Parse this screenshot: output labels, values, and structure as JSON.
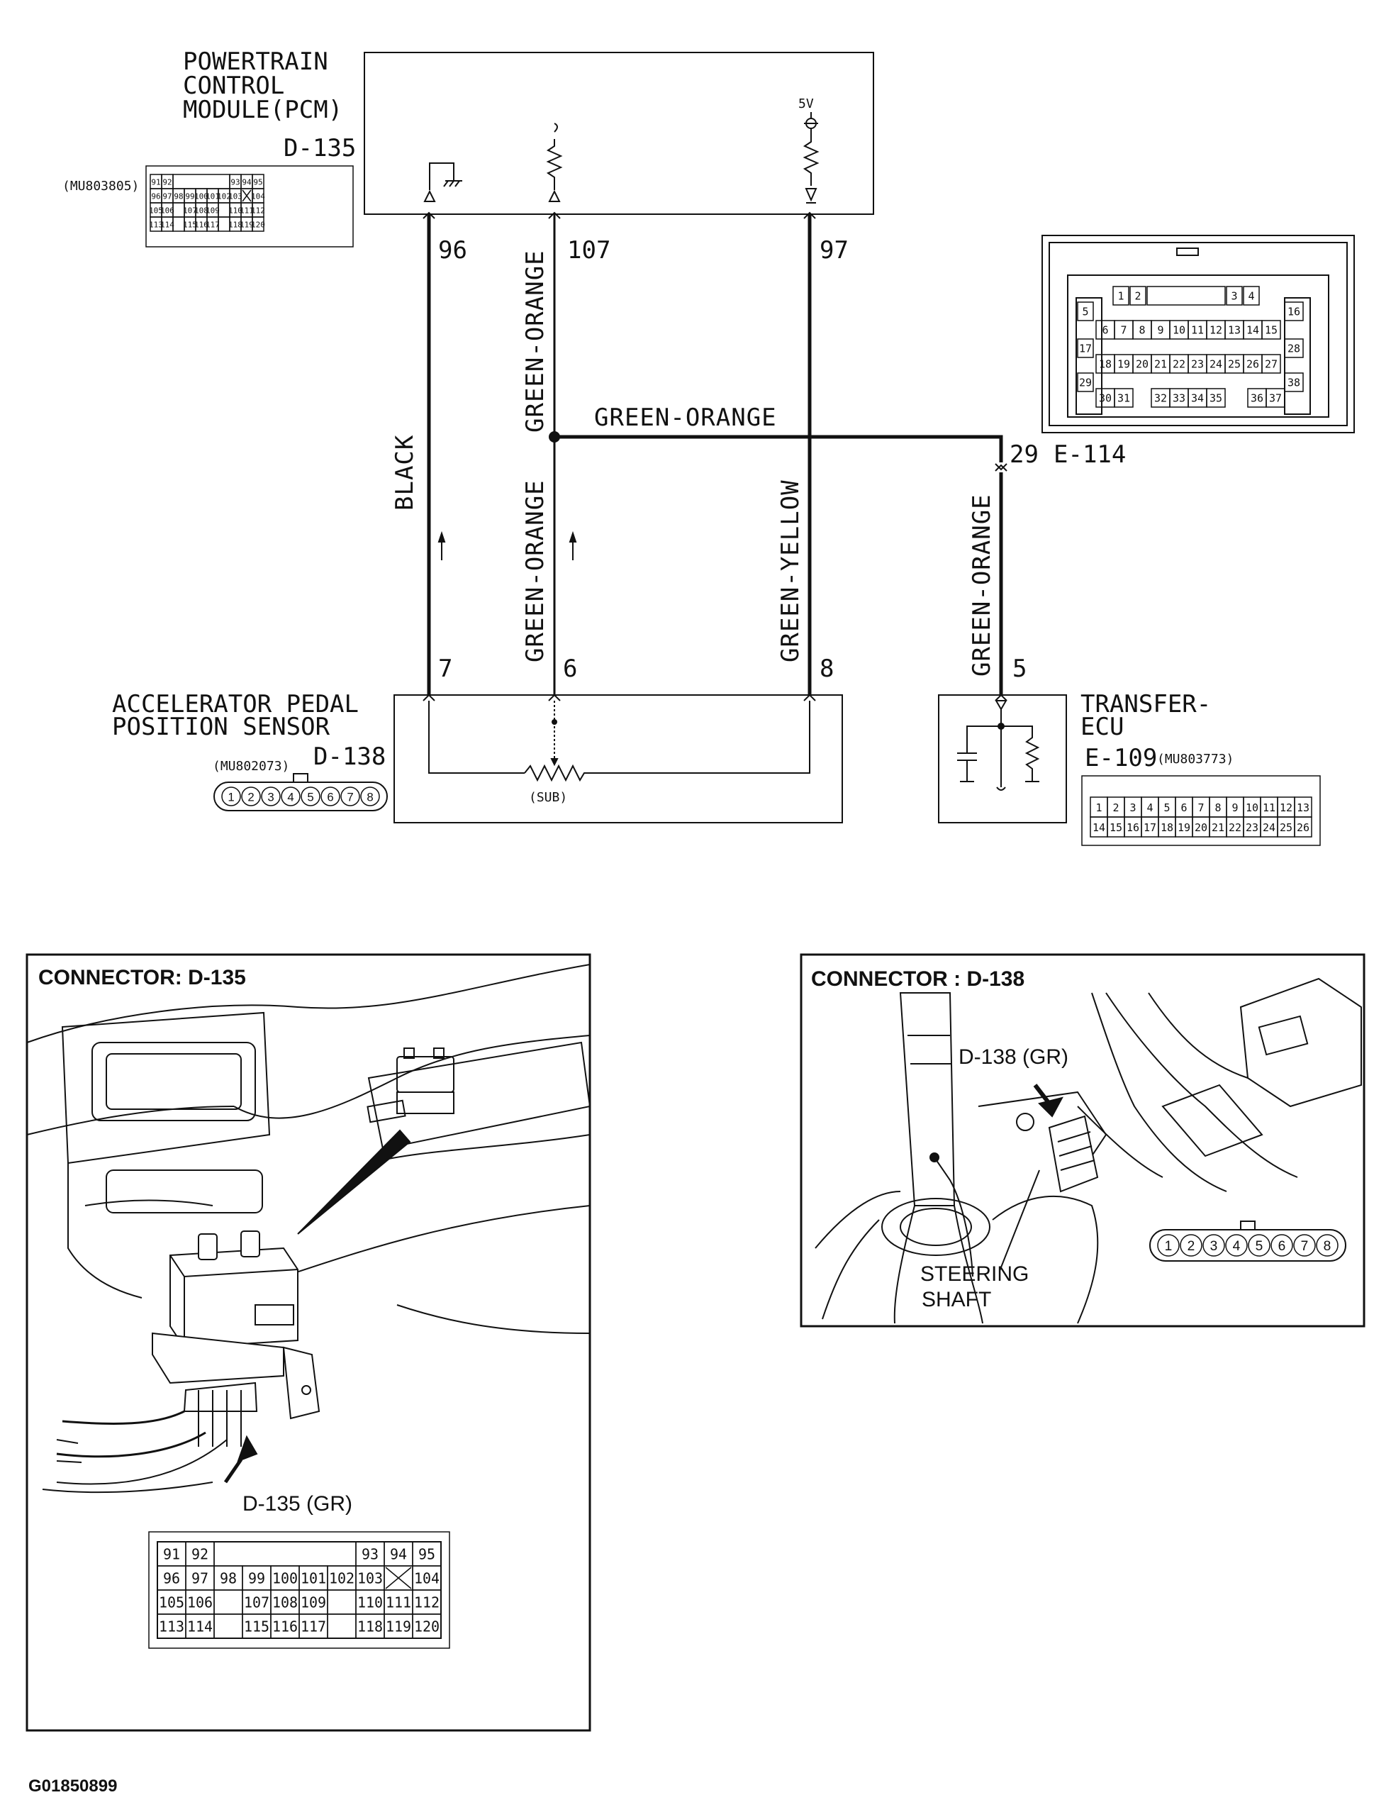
{
  "pcm": {
    "title_lines": [
      "POWERTRAIN",
      "CONTROL",
      "MODULE(PCM)"
    ],
    "connector_id": "D-135",
    "part_no": "(MU803805)",
    "supply": "5V",
    "pins": [
      "96",
      "107",
      "97"
    ],
    "grid_rows": [
      [
        "91",
        "92",
        "",
        "",
        "",
        "",
        "",
        "93",
        "94",
        "95"
      ],
      [
        "96",
        "97",
        "98",
        "99",
        "100",
        "101",
        "102",
        "103",
        "X",
        "104"
      ],
      [
        "105",
        "106",
        "",
        "107",
        "108",
        "109",
        "",
        "110",
        "111",
        "112"
      ],
      [
        "113",
        "114",
        "",
        "115",
        "116",
        "117",
        "",
        "118",
        "119",
        "120"
      ]
    ]
  },
  "wires": {
    "black": "BLACK",
    "green_orange": "GREEN-ORANGE",
    "green_yellow": "GREEN-YELLOW"
  },
  "junction": {
    "pin": "29",
    "connector": "E-114"
  },
  "e114_pins": {
    "row1": [
      "1",
      "2",
      "3",
      "4"
    ],
    "row2": [
      "5",
      "6",
      "7",
      "8",
      "9",
      "10",
      "11",
      "12",
      "13",
      "14",
      "15",
      "16"
    ],
    "row3": [
      "17",
      "18",
      "19",
      "20",
      "21",
      "22",
      "23",
      "24",
      "25",
      "26",
      "27",
      "28"
    ],
    "row4": [
      "29",
      "30",
      "31",
      "32",
      "33",
      "34",
      "35",
      "36",
      "37",
      "38"
    ]
  },
  "app_sensor": {
    "title_lines": [
      "ACCELERATOR PEDAL",
      "POSITION SENSOR"
    ],
    "connector_id": "D-138",
    "part_no": "(MU802073)",
    "pins": [
      "7",
      "6",
      "8"
    ],
    "resistor_label": "(SUB)",
    "connector_pins": [
      "1",
      "2",
      "3",
      "4",
      "5",
      "6",
      "7",
      "8"
    ]
  },
  "transfer_ecu": {
    "title_lines": [
      "TRANSFER-",
      "ECU"
    ],
    "connector_id": "E-109",
    "part_no": "(MU803773)",
    "pin": "5",
    "row1": [
      "1",
      "2",
      "3",
      "4",
      "5",
      "6",
      "7",
      "8",
      "9",
      "10",
      "11",
      "12",
      "13"
    ],
    "row2": [
      "14",
      "15",
      "16",
      "17",
      "18",
      "19",
      "20",
      "21",
      "22",
      "23",
      "24",
      "25",
      "26"
    ]
  },
  "panel_d135": {
    "title": "CONNECTOR: D-135",
    "callout": "D-135 (GR)"
  },
  "panel_d138": {
    "title": "CONNECTOR : D-138",
    "callout": "D-138 (GR)",
    "shaft_label_lines": [
      "STEERING",
      "SHAFT"
    ],
    "connector_pins": [
      "1",
      "2",
      "3",
      "4",
      "5",
      "6",
      "7",
      "8"
    ]
  },
  "figure_id": "G01850899"
}
